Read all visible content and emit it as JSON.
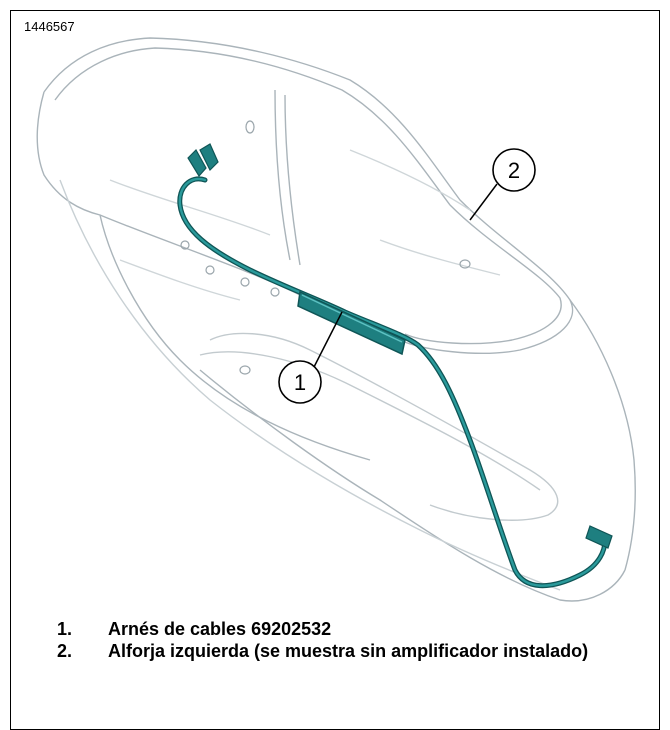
{
  "figure": {
    "id": "1446567",
    "callouts": [
      {
        "number": "1"
      },
      {
        "number": "2"
      }
    ]
  },
  "legend": [
    {
      "number": "1.",
      "text": "Arnés de cables 69202532"
    },
    {
      "number": "2.",
      "text": "Alforja izquierda (se muestra sin amplificador instalado)"
    }
  ],
  "colors": {
    "harness": "#1e7f80",
    "harness_dark": "#0f5556",
    "outline": "#b9c2c7",
    "outline_dark": "#8e999f"
  }
}
